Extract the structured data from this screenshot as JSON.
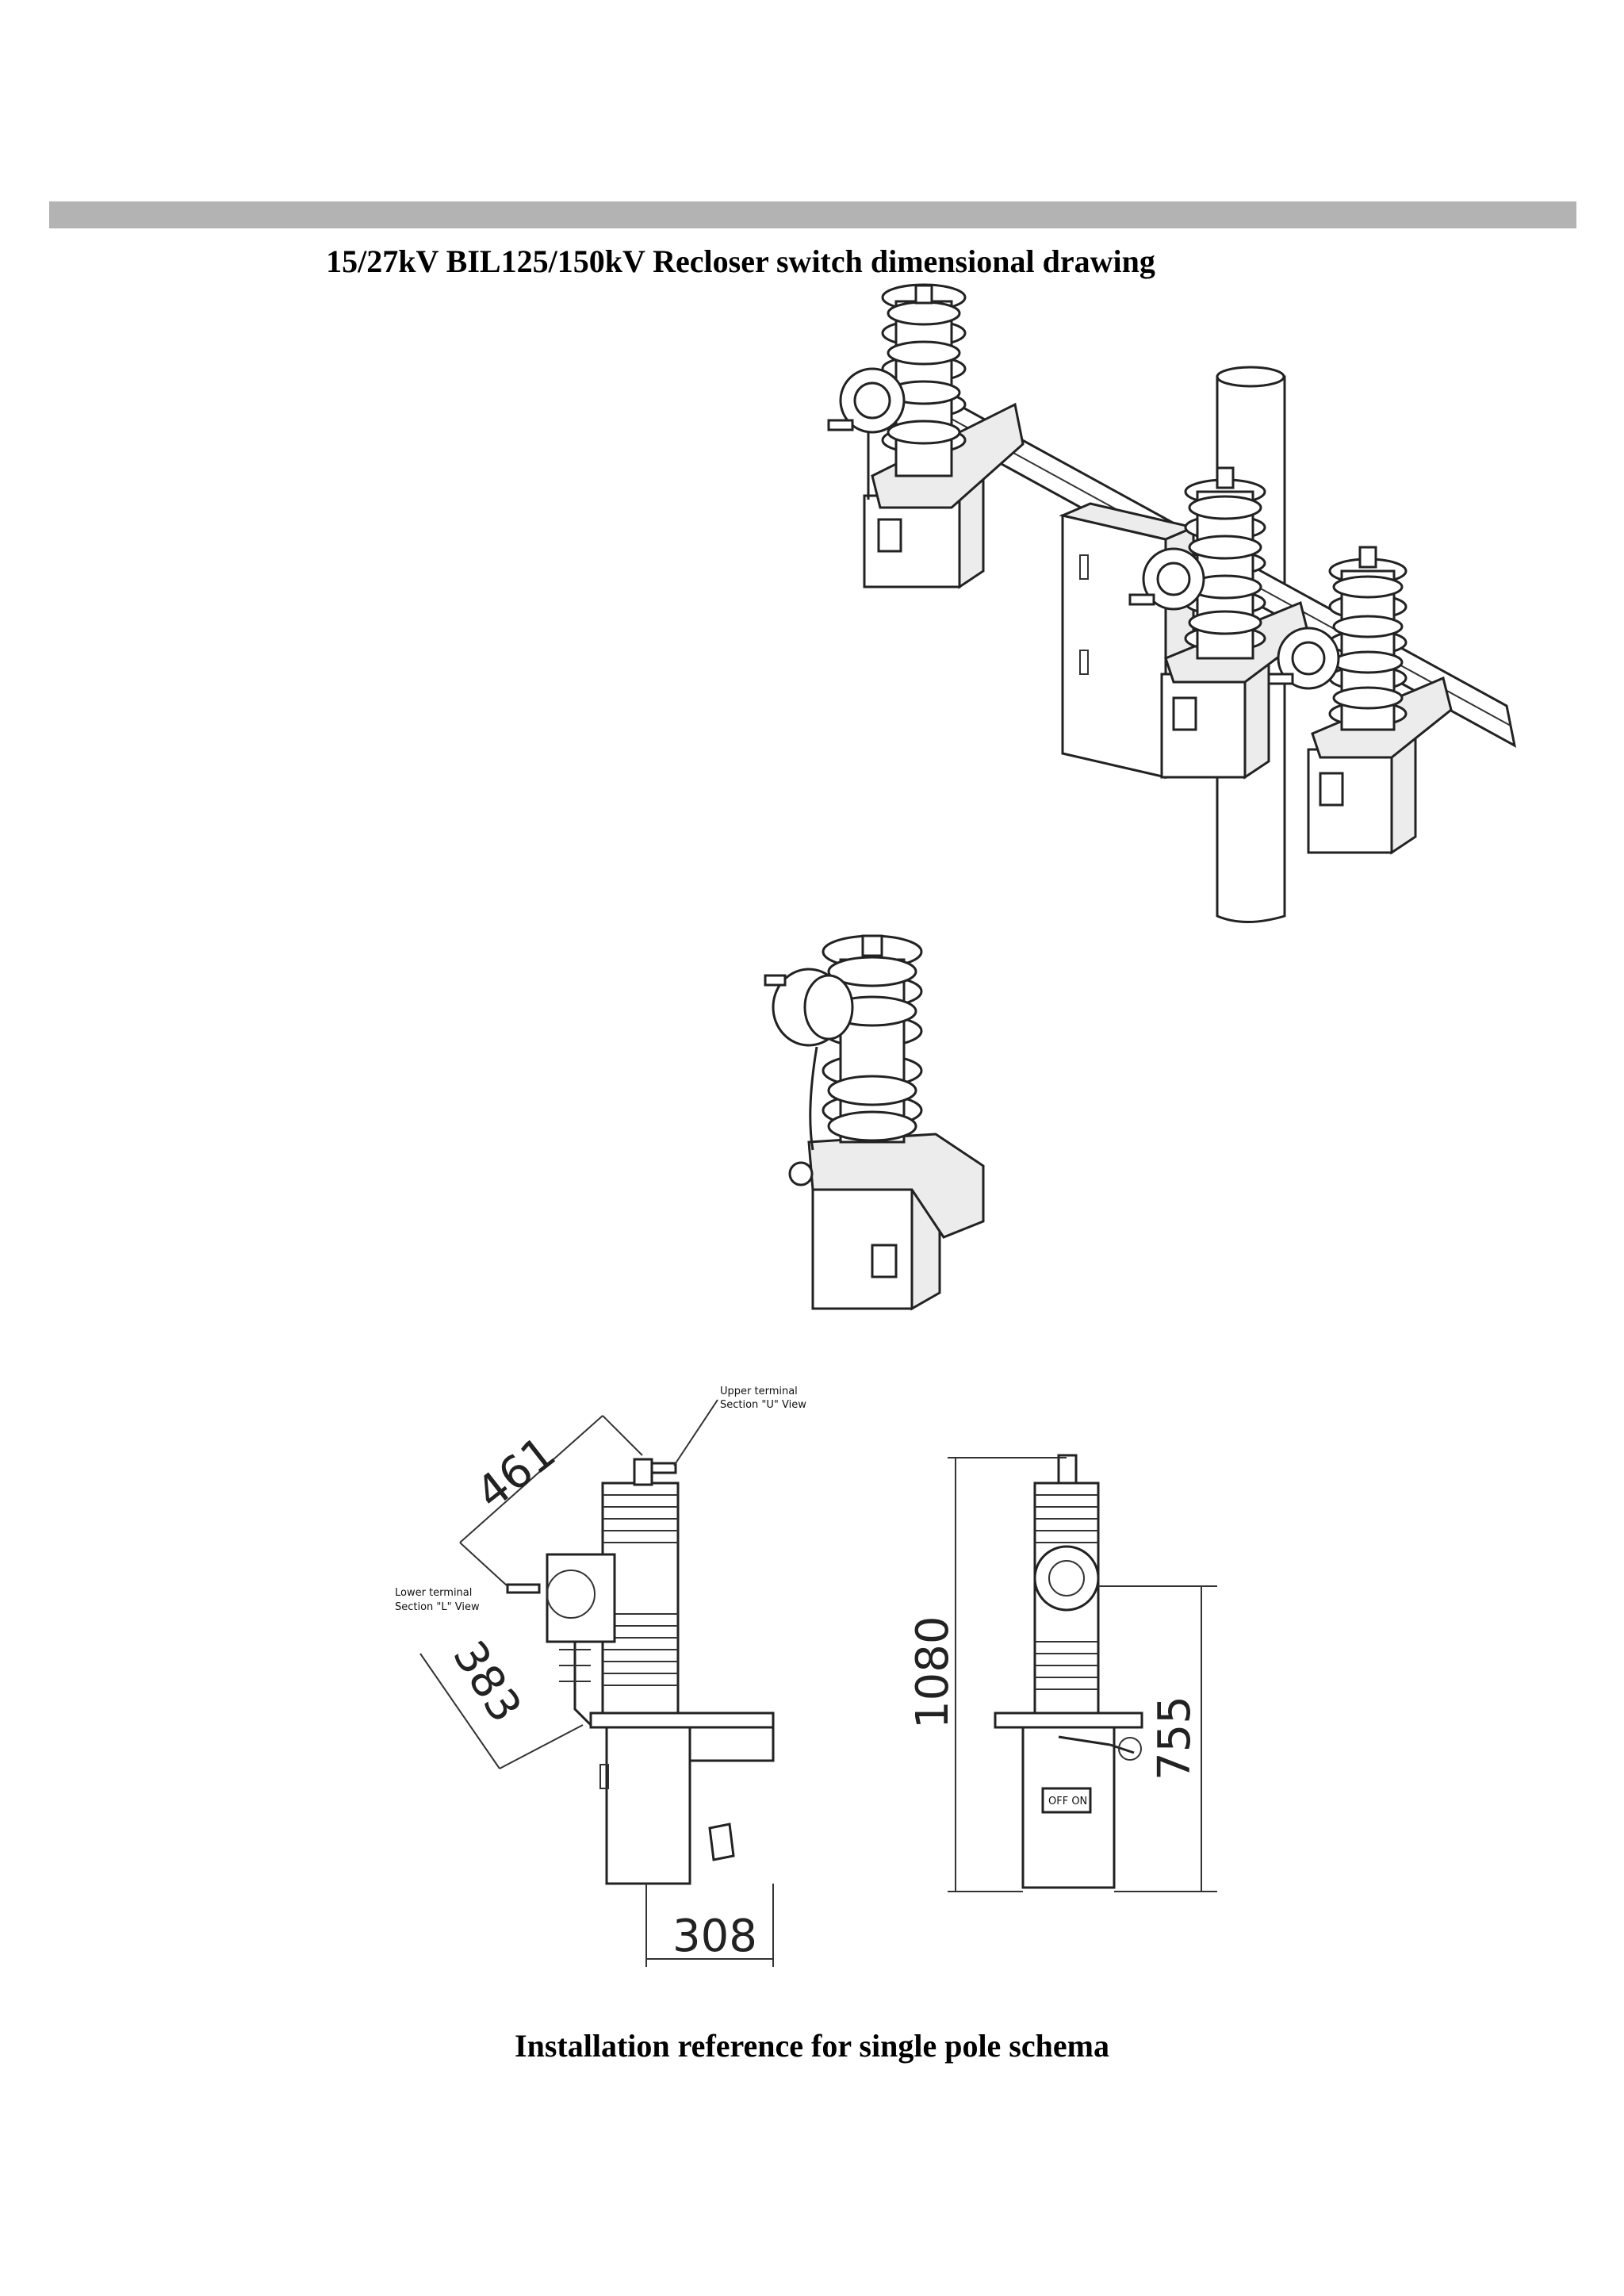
{
  "document": {
    "title": "15/27kV BIL125/150kV Recloser switch dimensional drawing",
    "caption": "Installation reference for single pole schema"
  },
  "drawing": {
    "dimensions": {
      "upper_diagonal": "461",
      "lower_diagonal": "383",
      "base_width": "308",
      "total_height": "1080",
      "terminal_height": "755"
    },
    "labels": {
      "upper_terminal_line1": "Upper terminal",
      "upper_terminal_line2": "Section \"U\" View",
      "lower_terminal_line1": "Lower terminal",
      "lower_terminal_line2": "Section \"L\" View",
      "panel_text": "OFF ON"
    }
  }
}
